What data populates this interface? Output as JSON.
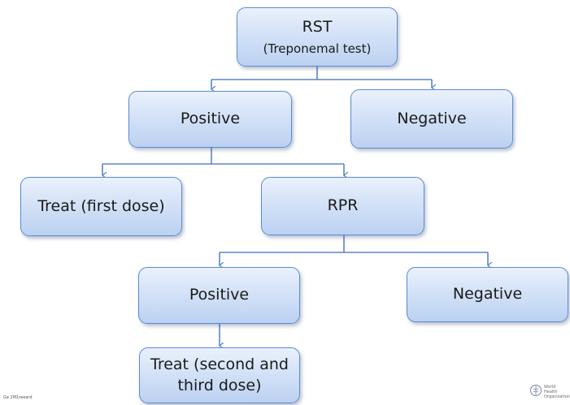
{
  "diagram": {
    "root": {
      "title": "RST",
      "subtitle": "(Treponemal test)"
    },
    "rst_positive": "Positive",
    "rst_negative": "Negative",
    "treat_first": "Treat (first dose)",
    "rpr": "RPR",
    "rpr_positive": "Positive",
    "rpr_negative": "Negative",
    "treat_second_third": "Treat (second and third dose)"
  },
  "footer": {
    "left_text": "Ge 2M1reeard",
    "logo_text_line1": "World Health",
    "logo_text_line2": "Organization"
  },
  "colors": {
    "box_border": "#5b8ad6",
    "box_fill_top": "#eaf1fc",
    "box_fill_bottom": "#bcd1f1",
    "connector": "#5a86c8"
  }
}
